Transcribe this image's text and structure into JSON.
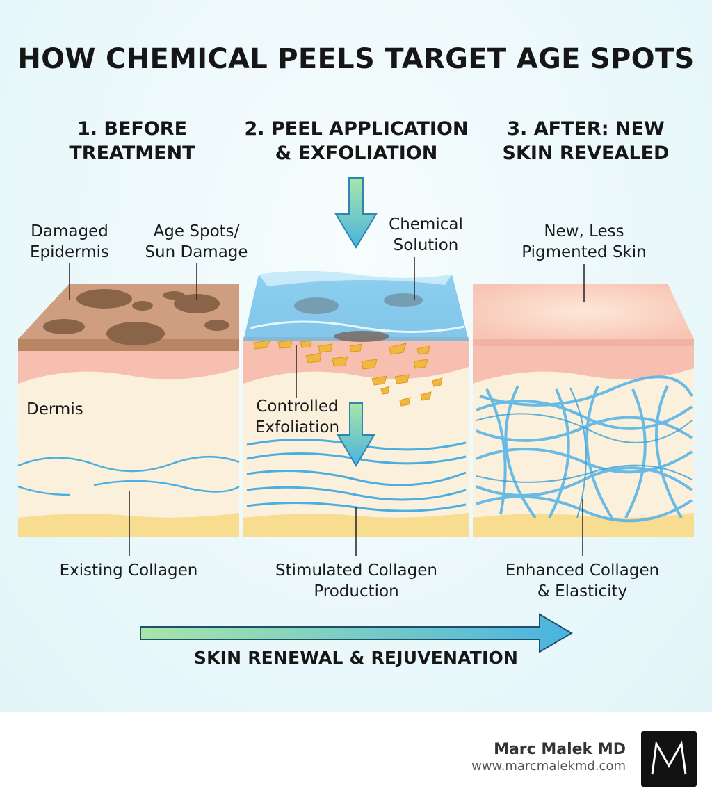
{
  "title": "HOW CHEMICAL PEELS TARGET AGE SPOTS",
  "steps": [
    {
      "title": "1. BEFORE\nTREATMENT"
    },
    {
      "title": "2. PEEL APPLICATION\n& EXFOLIATION"
    },
    {
      "title": "3. AFTER: NEW\nSKIN REVEALED"
    }
  ],
  "labels": {
    "damaged_epidermis": "Damaged\nEpidermis",
    "age_spots": "Age Spots/\nSun Damage",
    "chemical_solution": "Chemical\nSolution",
    "new_skin": "New, Less\nPigmented Skin",
    "dermis": "Dermis",
    "controlled_exfoliation": "Controlled\nExfoliation",
    "existing_collagen": "Existing Collagen",
    "stimulated_collagen": "Stimulated Collagen\nProduction",
    "enhanced_collagen": "Enhanced Collagen\n& Elasticity"
  },
  "progress_label": "SKIN RENEWAL & REJUVENATION",
  "footer": {
    "brand_name": "Marc Malek MD",
    "url": "www.marcmalekmd.com",
    "logo_letter": "M"
  },
  "colors": {
    "dermis": "#fbf0dc",
    "damaged_epidermis": "#cf9e80",
    "pink_layer": "#f6bfb0",
    "fat_layer": "#f8dc90",
    "spots": "#8a6448",
    "solution": "#5fb5e3",
    "collagen": "#4aaee0",
    "flakes": "#f0b840",
    "arrow_start": "#a8e6a8",
    "arrow_end": "#4ab3e0"
  }
}
